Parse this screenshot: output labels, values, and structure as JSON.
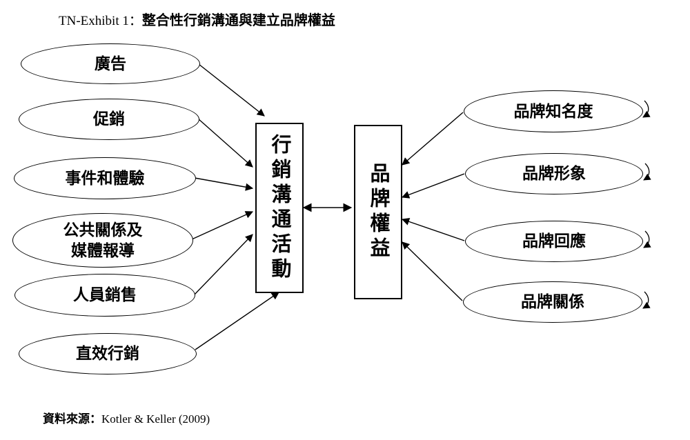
{
  "title": {
    "prefix": "TN-Exhibit 1：",
    "text": "整合性行銷溝通與建立品牌權益"
  },
  "diagram": {
    "left_nodes": [
      {
        "label": "廣告"
      },
      {
        "label": "促銷"
      },
      {
        "label": "事件和體驗"
      },
      {
        "label": "公共關係及\n媒體報導"
      },
      {
        "label": "人員銷售"
      },
      {
        "label": "直效行銷"
      }
    ],
    "center_boxes": [
      {
        "label": "行銷溝通活動"
      },
      {
        "label": "品牌權益"
      }
    ],
    "right_nodes": [
      {
        "label": "品牌知名度"
      },
      {
        "label": "品牌形象"
      },
      {
        "label": "品牌回應"
      },
      {
        "label": "品牌關係"
      }
    ]
  },
  "source": {
    "prefix": "資料來源：",
    "text": "Kotler & Keller (2009)"
  },
  "colors": {
    "stroke": "#000000",
    "background": "#ffffff"
  }
}
